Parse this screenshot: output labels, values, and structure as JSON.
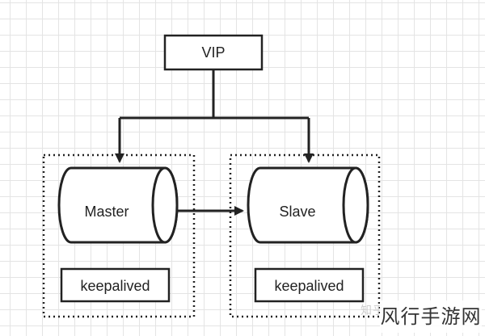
{
  "diagram": {
    "vip_label": "VIP",
    "master_label": "Master",
    "slave_label": "Slave",
    "master_keepalived_label": "keepalived",
    "slave_keepalived_label": "keepalived"
  },
  "watermark": {
    "zhihu": "知乎",
    "brand": "风行手游网"
  }
}
